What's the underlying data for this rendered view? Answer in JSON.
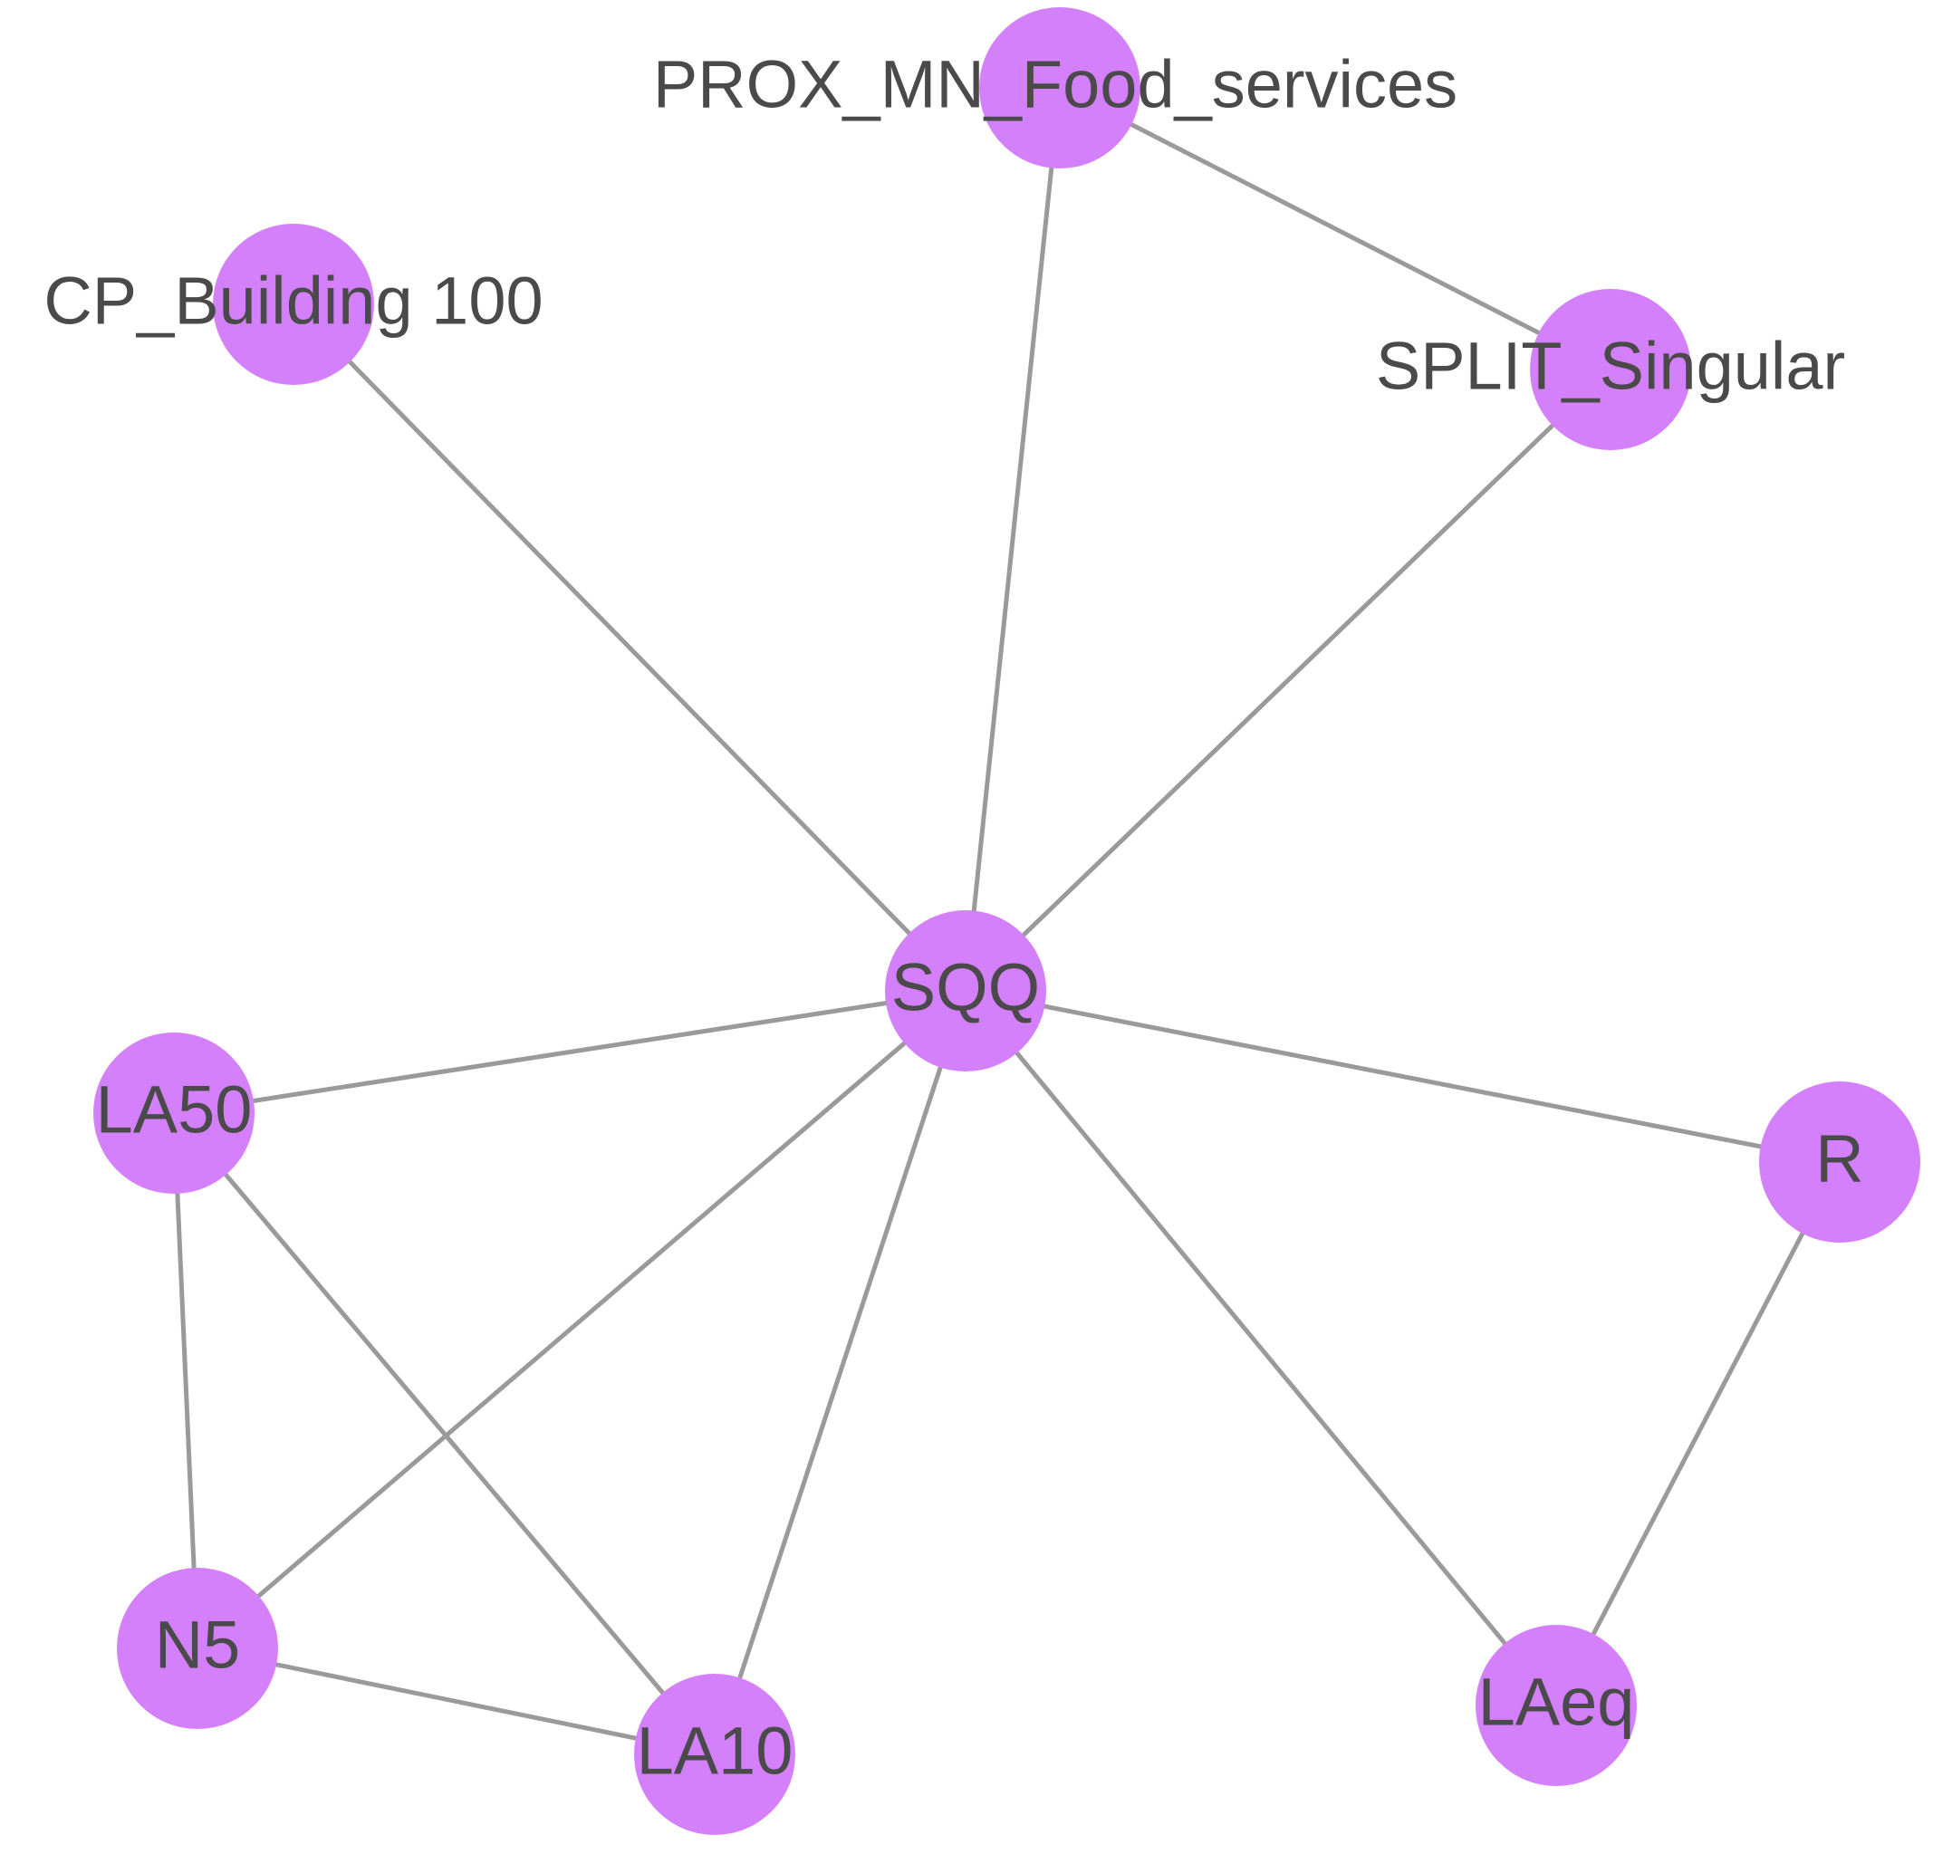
{
  "graph": {
    "node_color": "#d580fb",
    "edge_color": "#9a9a9a",
    "label_color": "#4a4a4a",
    "nodes": [
      {
        "id": "prox",
        "label": "PROX_MN_Food_services"
      },
      {
        "id": "cp",
        "label": "CP_Building 100"
      },
      {
        "id": "split",
        "label": "SPLIT_Singular"
      },
      {
        "id": "sqq",
        "label": "SQQ"
      },
      {
        "id": "la50",
        "label": "LA50"
      },
      {
        "id": "r",
        "label": "R"
      },
      {
        "id": "n5",
        "label": "N5"
      },
      {
        "id": "la10",
        "label": "LA10"
      },
      {
        "id": "laeq",
        "label": "LAeq"
      }
    ],
    "edges": [
      {
        "source": "prox",
        "target": "split"
      },
      {
        "source": "prox",
        "target": "sqq"
      },
      {
        "source": "cp",
        "target": "sqq"
      },
      {
        "source": "split",
        "target": "sqq"
      },
      {
        "source": "sqq",
        "target": "la50"
      },
      {
        "source": "sqq",
        "target": "r"
      },
      {
        "source": "sqq",
        "target": "n5"
      },
      {
        "source": "sqq",
        "target": "la10"
      },
      {
        "source": "sqq",
        "target": "laeq"
      },
      {
        "source": "la50",
        "target": "n5"
      },
      {
        "source": "la50",
        "target": "la10"
      },
      {
        "source": "n5",
        "target": "la10"
      },
      {
        "source": "r",
        "target": "laeq"
      }
    ]
  }
}
